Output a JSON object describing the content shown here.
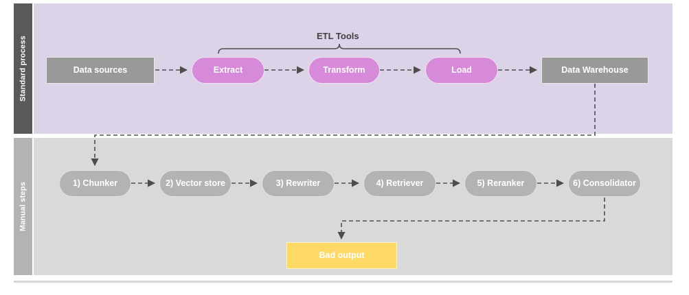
{
  "diagram": {
    "title_text": "ETL Tools",
    "lanes": [
      {
        "name": "standard-process",
        "label": "Standard process"
      },
      {
        "name": "manual-steps",
        "label": "Manual steps"
      }
    ],
    "standard_process": {
      "nodes": [
        {
          "id": "data-sources",
          "label": "Data sources",
          "shape": "rect",
          "color": "#999999"
        },
        {
          "id": "extract",
          "label": "Extract",
          "shape": "pill",
          "color": "#d68ad9"
        },
        {
          "id": "transform",
          "label": "Transform",
          "shape": "pill",
          "color": "#d68ad9"
        },
        {
          "id": "load",
          "label": "Load",
          "shape": "pill",
          "color": "#d68ad9"
        },
        {
          "id": "data-warehouse",
          "label": "Data Warehouse",
          "shape": "rect",
          "color": "#999999"
        }
      ],
      "brace_label": "ETL Tools",
      "brace_covers": [
        "Extract",
        "Transform",
        "Load"
      ]
    },
    "manual_steps": {
      "nodes": [
        {
          "id": "chunker",
          "label": "1) Chunker",
          "shape": "pill",
          "color": "#b3b3b3"
        },
        {
          "id": "vector-store",
          "label": "2) Vector store",
          "shape": "pill",
          "color": "#b3b3b3"
        },
        {
          "id": "rewriter",
          "label": "3) Rewriter",
          "shape": "pill",
          "color": "#b3b3b3"
        },
        {
          "id": "retriever",
          "label": "4) Retriever",
          "shape": "pill",
          "color": "#b3b3b3"
        },
        {
          "id": "reranker",
          "label": "5) Reranker",
          "shape": "pill",
          "color": "#b3b3b3"
        },
        {
          "id": "consolidator",
          "label": "6) Consolidator",
          "shape": "pill",
          "color": "#b3b3b3"
        }
      ],
      "output": {
        "id": "bad-output",
        "label": "Bad output",
        "shape": "rect",
        "color": "#ffd966"
      }
    },
    "colors": {
      "lane_top_background": "#ddd3e9",
      "lane_top_label_background": "#595959",
      "lane_bottom_background": "#d9d9d9",
      "lane_bottom_label_background": "#b3b3b3",
      "pink_node": "#d68ad9",
      "gray_node": "#999999",
      "gray_pill": "#b3b3b3",
      "yellow_node": "#ffd966",
      "connector": "#4d4d4d"
    },
    "connectors": [
      {
        "from": "data-sources",
        "to": "extract",
        "style": "dashed"
      },
      {
        "from": "extract",
        "to": "transform",
        "style": "dashed"
      },
      {
        "from": "transform",
        "to": "load",
        "style": "dashed"
      },
      {
        "from": "load",
        "to": "data-warehouse",
        "style": "dashed"
      },
      {
        "from": "data-warehouse",
        "to": "chunker",
        "style": "dashed"
      },
      {
        "from": "chunker",
        "to": "vector-store",
        "style": "dashed"
      },
      {
        "from": "vector-store",
        "to": "rewriter",
        "style": "dashed"
      },
      {
        "from": "rewriter",
        "to": "retriever",
        "style": "dashed"
      },
      {
        "from": "retriever",
        "to": "reranker",
        "style": "dashed"
      },
      {
        "from": "reranker",
        "to": "consolidator",
        "style": "dashed"
      },
      {
        "from": "consolidator",
        "to": "bad-output",
        "style": "dashed"
      }
    ]
  }
}
